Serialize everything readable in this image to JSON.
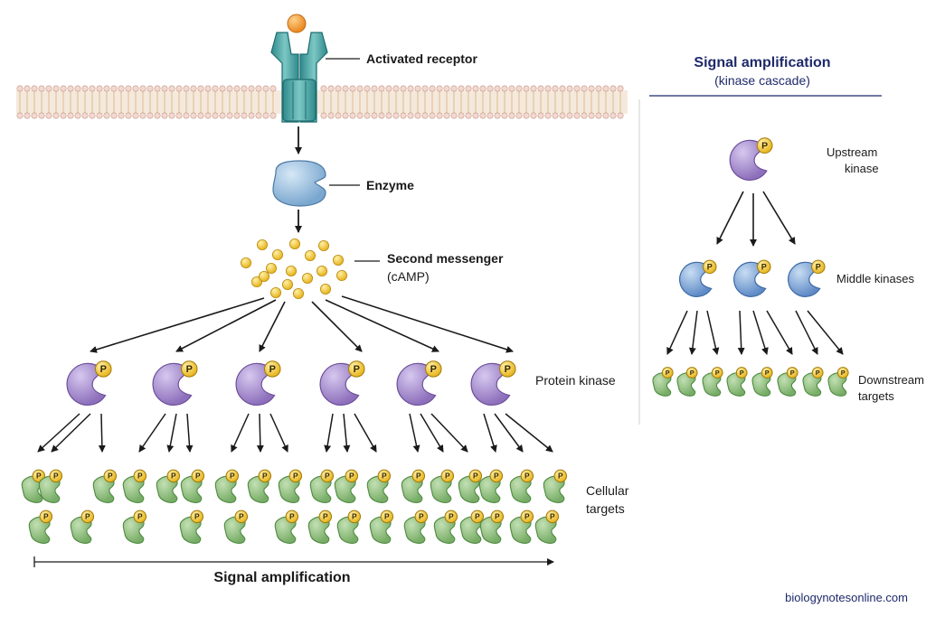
{
  "main": {
    "receptor_label": "Activated receptor",
    "enzyme_label": "Enzyme",
    "messenger_label_line1": "Second messenger",
    "messenger_label_line2": "(cAMP)",
    "kinase_label": "Protein kinase",
    "targets_label_line1": "Cellular",
    "targets_label_line2": "targets",
    "amplification_label": "Signal amplification"
  },
  "side": {
    "title": "Signal amplification",
    "subtitle": "(kinase cascade)",
    "upstream_label_line1": "Upstream",
    "upstream_label_line2": "kinase",
    "middle_label": "Middle kinases",
    "downstream_label_line1": "Downstream",
    "downstream_label_line2": "targets"
  },
  "phospho_symbol": "P",
  "credit": "biologynotesonline.com",
  "colors": {
    "receptor": "#4aa5a5",
    "ligand": "#f59b2a",
    "enzyme": "#8fb9dc",
    "messenger": "#f2c22e",
    "protein_kinase": "#a48bcb",
    "middle_kinase": "#7fa3d3",
    "target": "#93c283",
    "phosphate": "#f6d53a",
    "side_title": "#1f2a6b"
  }
}
